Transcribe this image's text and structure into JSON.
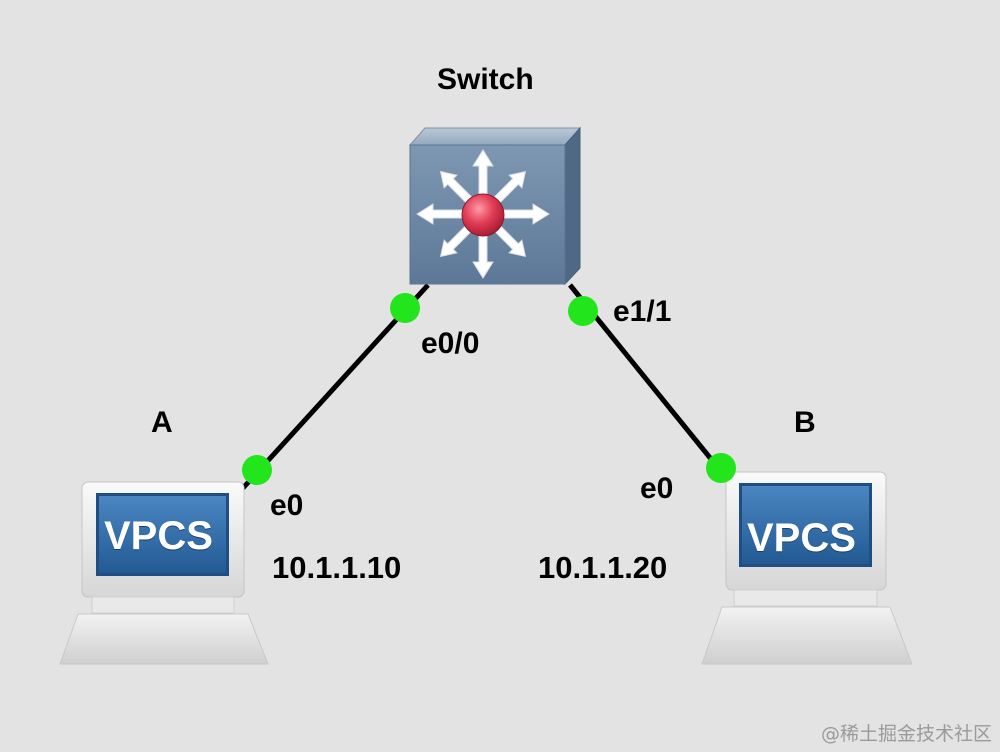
{
  "switch": {
    "name": "Switch"
  },
  "hosts": [
    {
      "id": "A",
      "name": "A",
      "screen_text": "VPCS",
      "iface": "e0",
      "ip": "10.1.1.10"
    },
    {
      "id": "B",
      "name": "B",
      "screen_text": "VPCS",
      "iface": "e0",
      "ip": "10.1.1.20"
    }
  ],
  "links": [
    {
      "from": "Switch",
      "from_iface": "e0/0",
      "to": "A",
      "to_iface": "e0"
    },
    {
      "from": "Switch",
      "from_iface": "e1/1",
      "to": "B",
      "to_iface": "e0"
    }
  ],
  "colors": {
    "background": "#e3e3e3",
    "link": "#000000",
    "port_dot": "#22e51c",
    "switch_face": "#6e8aa8",
    "switch_center": "#e84a5f",
    "vpcs_screen": "#2f6aa6"
  },
  "watermark": "@稀土掘金技术社区"
}
